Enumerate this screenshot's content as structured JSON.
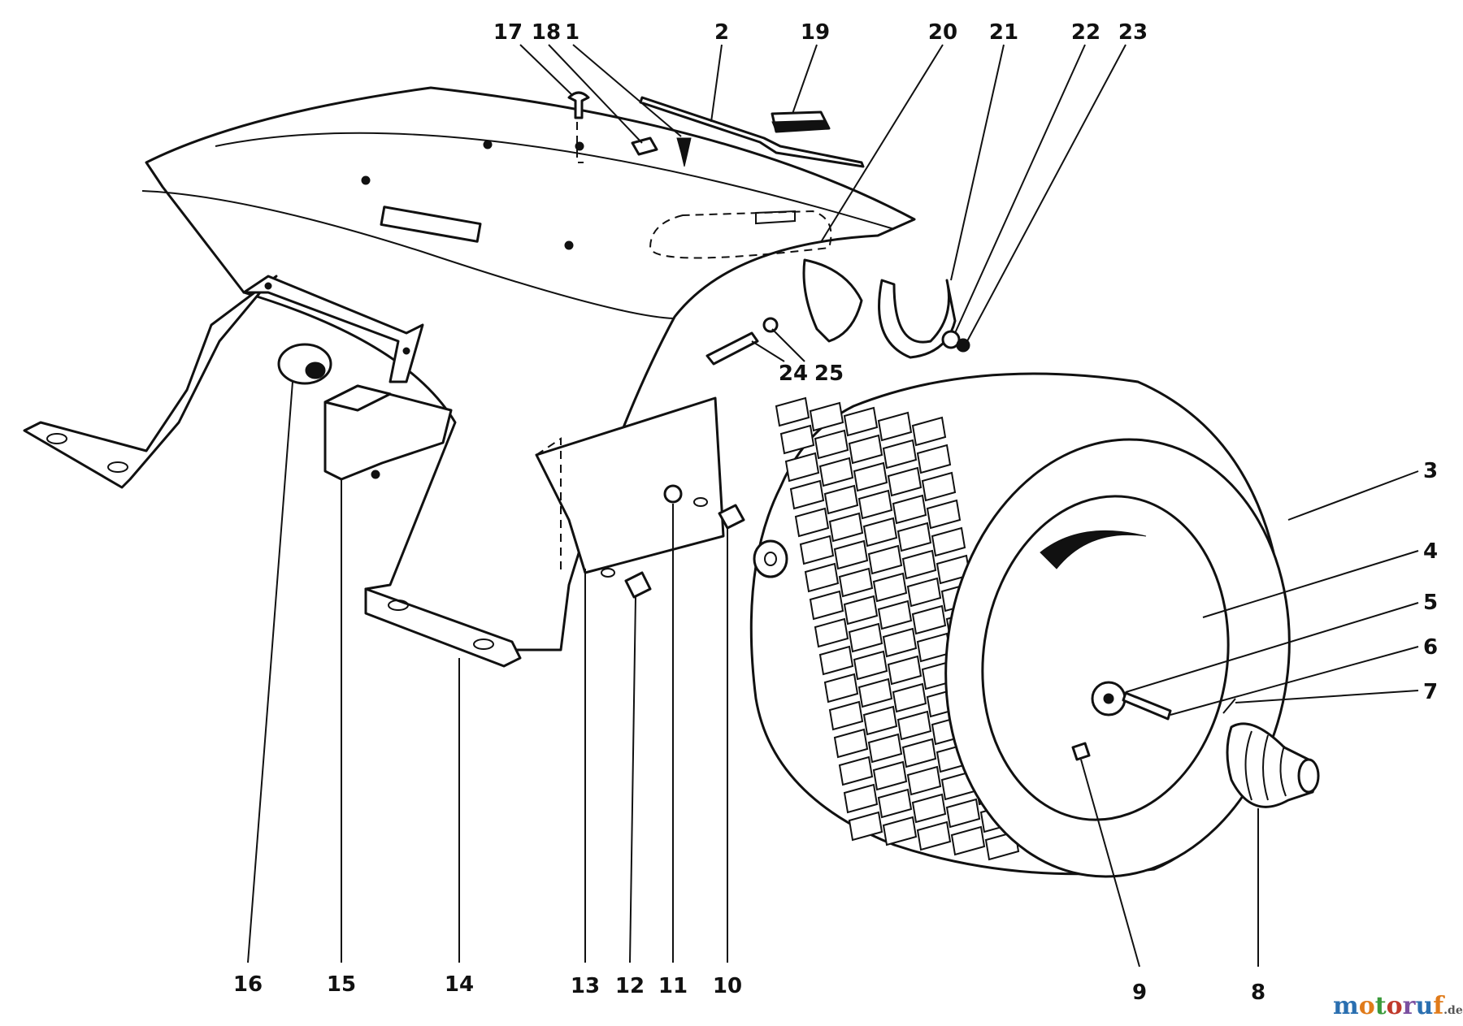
{
  "callouts": [
    {
      "number": "17"
    },
    {
      "number": "18"
    },
    {
      "number": "1"
    },
    {
      "number": "2"
    },
    {
      "number": "19"
    },
    {
      "number": "20"
    },
    {
      "number": "21"
    },
    {
      "number": "22"
    },
    {
      "number": "23"
    },
    {
      "number": "24"
    },
    {
      "number": "25"
    },
    {
      "number": "3"
    },
    {
      "number": "4"
    },
    {
      "number": "5"
    },
    {
      "number": "6"
    },
    {
      "number": "7"
    },
    {
      "number": "16"
    },
    {
      "number": "15"
    },
    {
      "number": "14"
    },
    {
      "number": "13"
    },
    {
      "number": "12"
    },
    {
      "number": "11"
    },
    {
      "number": "10"
    },
    {
      "number": "9"
    },
    {
      "number": "8"
    }
  ],
  "watermark": {
    "letters": [
      "m",
      "o",
      "t",
      "o",
      "r",
      "u",
      "f"
    ],
    "suffix": ".de",
    "colors": [
      "#2a6fb0",
      "#e07b1a",
      "#3a9a3a",
      "#c0392b",
      "#7b4fa0",
      "#2a6fb0",
      "#e07b1a"
    ],
    "suffix_color": "#555555"
  }
}
